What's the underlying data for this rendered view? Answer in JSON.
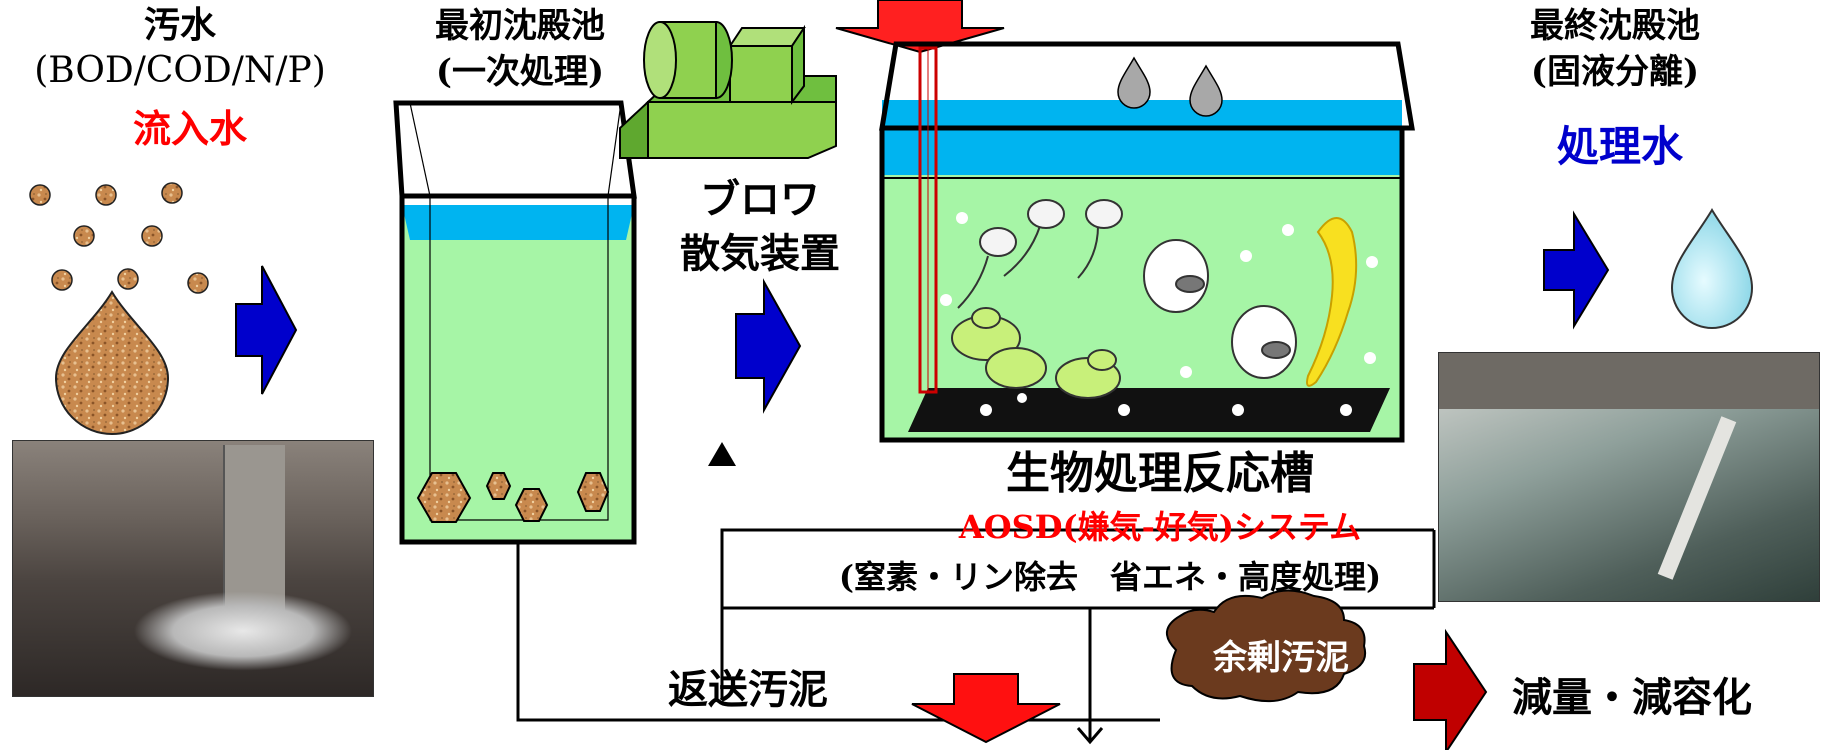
{
  "influent": {
    "heading": "汚水",
    "params": "(BOD/COD/N/P)",
    "name": "流入水",
    "name_color": "#ff0000"
  },
  "primary_clarifier": {
    "title": "最初沈殿池",
    "subtitle": "(一次処理)"
  },
  "blower": {
    "line1": "ブロワ",
    "line2": "散気装置"
  },
  "bioreactor": {
    "title": "生物処理反応槽",
    "system": "AOSD(嫌気-好気)システム",
    "system_color": "#ff0000",
    "features": "(窒素・リン除去　省エネ・高度処理)"
  },
  "final_clarifier": {
    "title": "最終沈殿池",
    "subtitle": "(固液分離)",
    "output": "処理水",
    "output_color": "#0000cc"
  },
  "sludge": {
    "return": "返送汚泥",
    "excess": "余剰汚泥",
    "result": "減量・減容化"
  },
  "colors": {
    "tank_fill": "#a6f5a6",
    "water_surface": "#00b4f0",
    "arrow_blue": "#0000cc",
    "arrow_red": "#ff0000",
    "sludge_brown": "#c8894e",
    "cloud_brown": "#6b3a1e",
    "dark_red": "#c00000"
  },
  "icons": [
    "sewage-drop-icon",
    "clean-water-drop-icon",
    "blower-icon",
    "microorganism-icon",
    "photo-influent-channel",
    "photo-final-clarifier"
  ]
}
